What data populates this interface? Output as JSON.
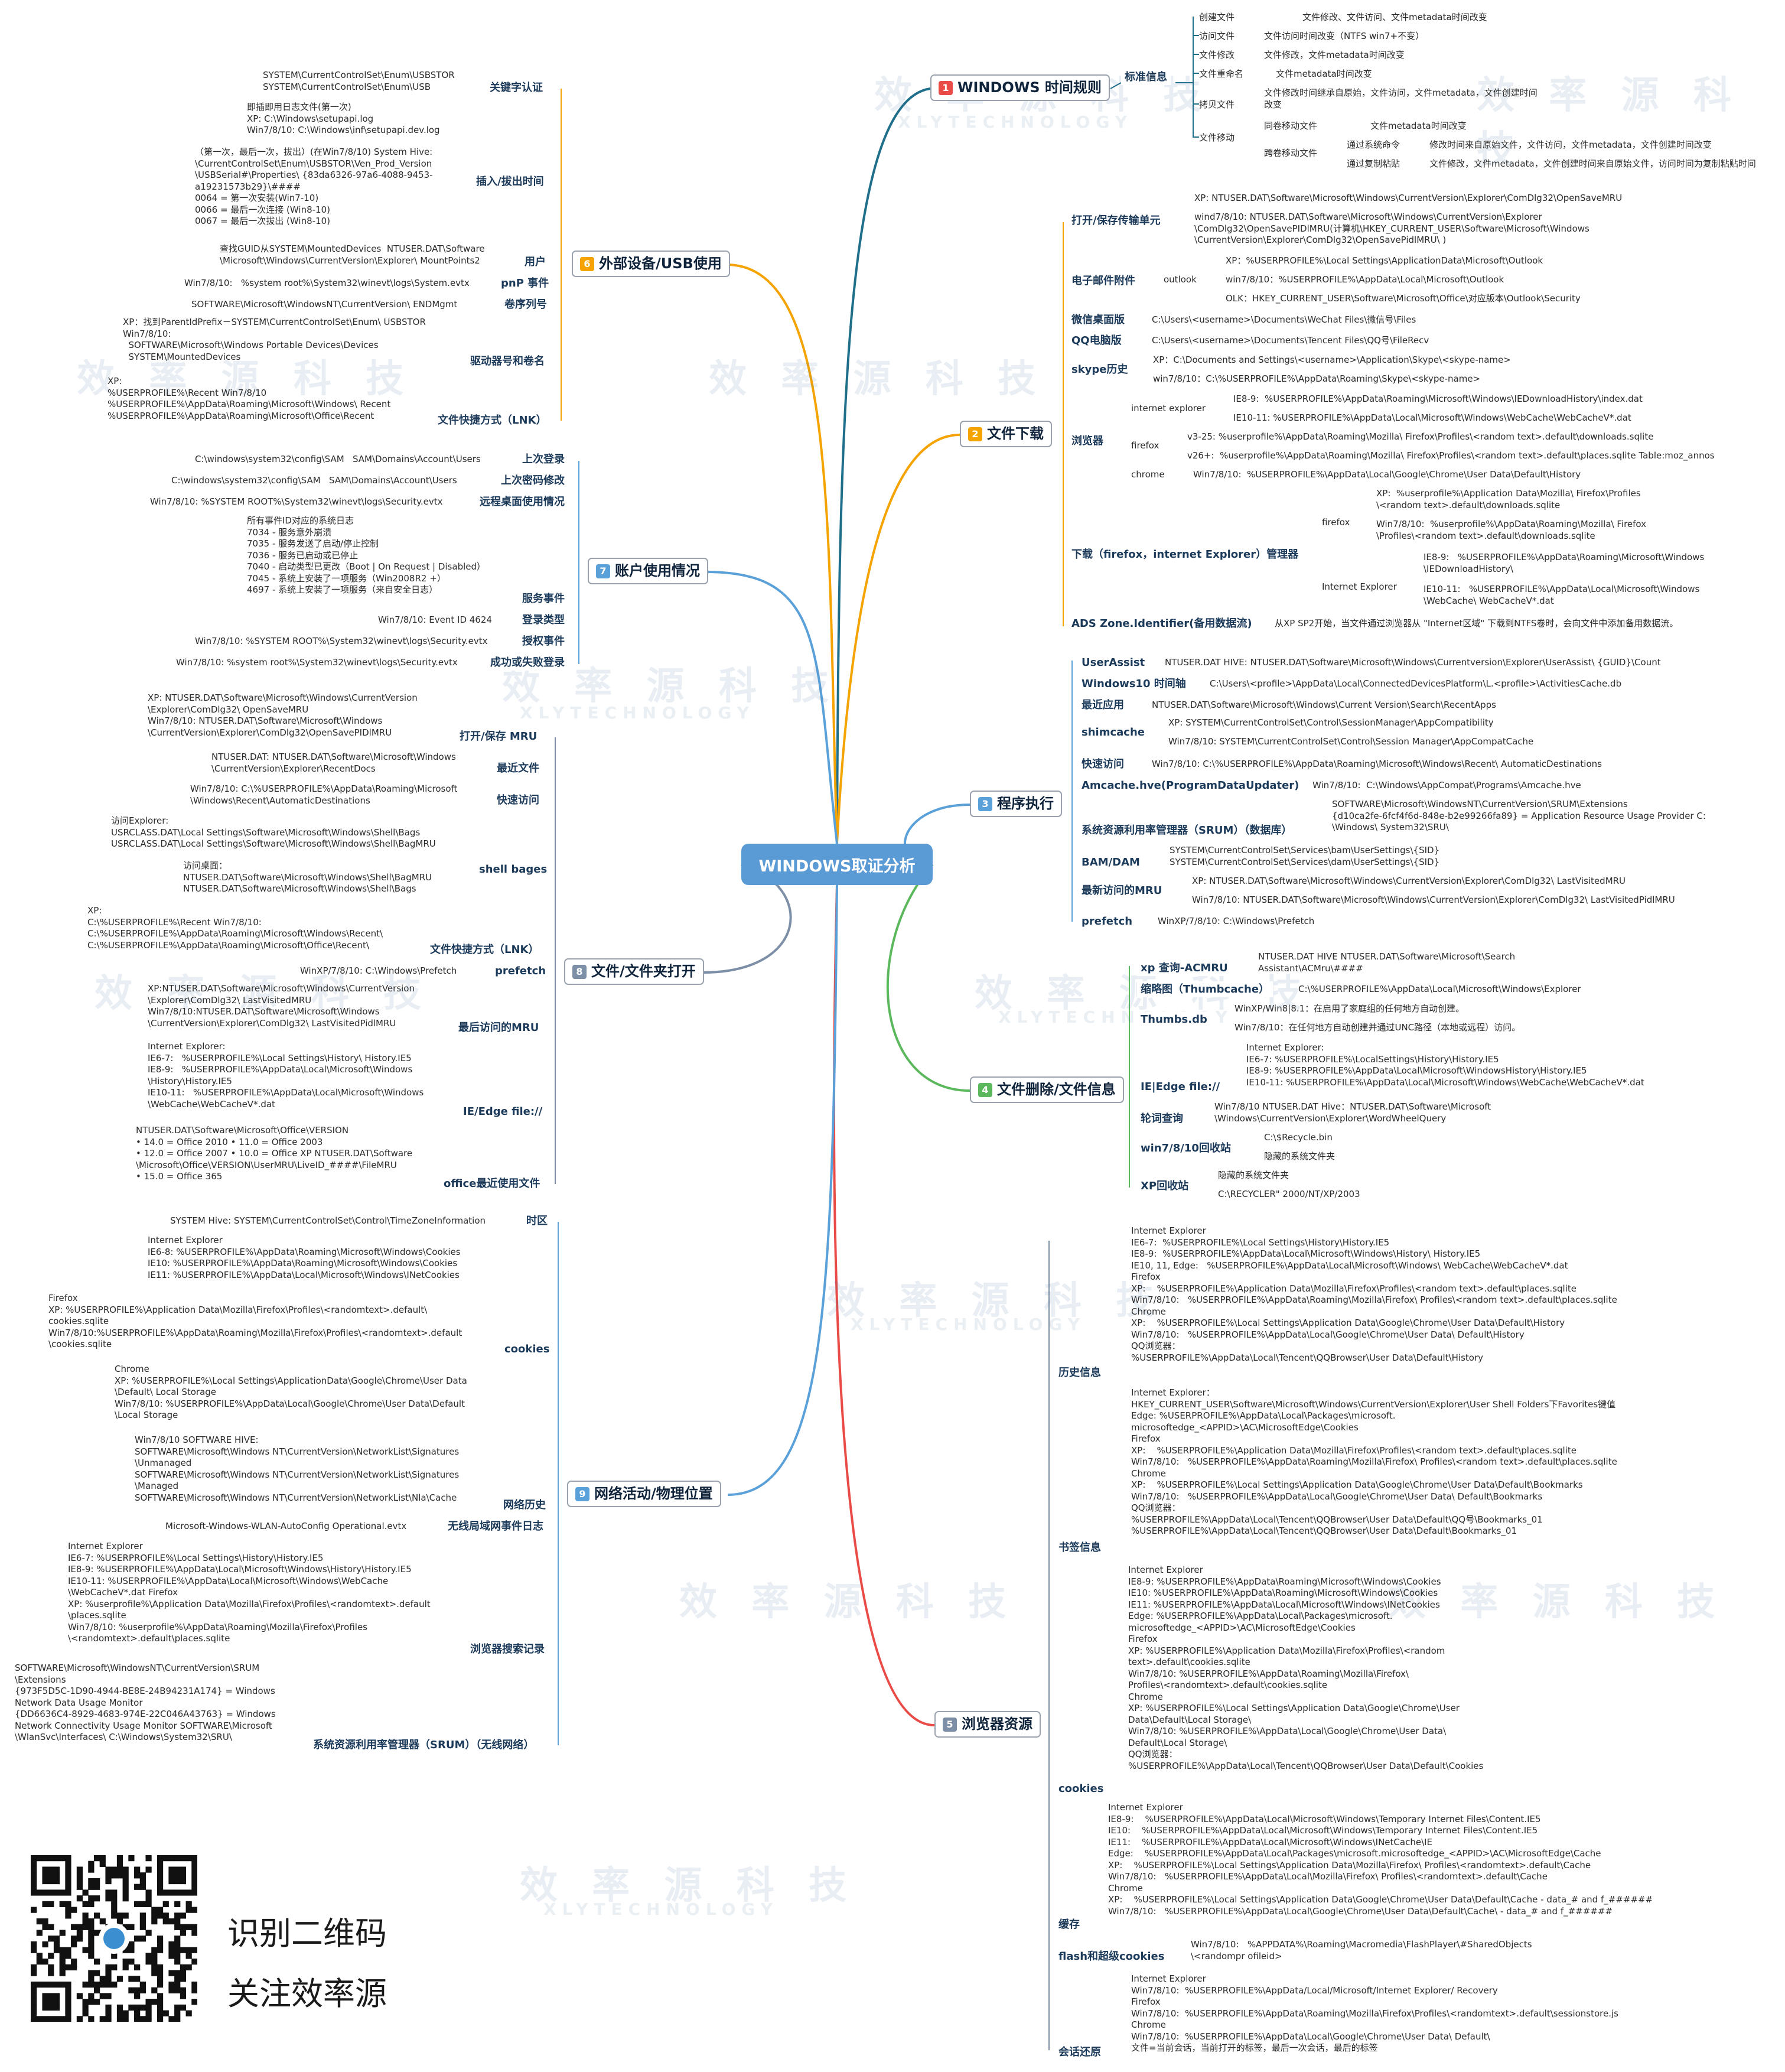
{
  "central": "WINDOWS取证分析",
  "qr": {
    "line1": "识别二维码",
    "line2": "关注效率源"
  },
  "watermark": {
    "cn": "效 率 源 科 技",
    "en": "XLYTECHNOLOGY"
  },
  "colors": {
    "b1": "#e94b47",
    "b2": "#f4a300",
    "b3": "#5aa0d9",
    "b4": "#5cb85c",
    "b5": "#7c8fa6",
    "b6": "#f4a300",
    "b7": "#5aa0d9",
    "b8": "#7c8fa6",
    "b9": "#5aa0d9"
  },
  "b1": {
    "num": "1",
    "title": "WINDOWS 时间规则",
    "sub": "标准信息",
    "items": [
      "创建文件",
      "访问文件",
      "文件修改",
      "文件重命名",
      "拷贝文件",
      "文件移动"
    ],
    "notes": [
      "文件修改、文件访问、文件metadata时间改变",
      "文件访问时间改变（NTFS win7+不变）",
      "文件修改，文件metadata时间改变",
      "文件metadata时间改变",
      "文件修改时间继承自原始，文件访问，文件metadata，文件创建时间\n改变"
    ],
    "move": [
      "同卷移动文件",
      "跨卷移动文件",
      "文件metadata时间改变",
      "通过系统命令",
      "通过复制粘贴",
      "修改时间来自原始文件，文件访问，文件metadata，文件创建时间改变",
      "文件修改，文件metadata，文件创建时间来自原始文件，访问时间为复制粘贴时间"
    ]
  },
  "b2": {
    "num": "2",
    "title": "文件下载",
    "labels": [
      "打开/保存传输单元",
      "电子邮件附件",
      "微信桌面版",
      "QQ电脑版",
      "skype历史",
      "浏览器",
      "下载（firefox，internet Explorer）管理器",
      "ADS Zone.Identifier(备用数据流)"
    ],
    "sub": [
      "outlook",
      "internet explorer",
      "firefox",
      "chrome",
      "firefox",
      "Internet Explorer"
    ],
    "texts": [
      "XP: NTUSER.DAT\\Software\\Microsoft\\Windows\\CurrentVersion\\Explorer\\ComDlg32\\OpenSaveMRU",
      "wind7/8/10: NTUSER.DAT\\Software\\Microsoft\\Windows\\CurrentVersion\\Explorer\n\\ComDlg32\\OpenSavePIDlMRU(计算机\\HKEY_CURRENT_USER\\Software\\Microsoft\\Windows\n\\CurrentVersion\\Explorer\\ComDlg32\\OpenSavePidlMRU\\ )",
      "XP：%USERPROFILE%\\Local Settings\\ApplicationData\\Microsoft\\Outlook",
      "win7/8/10：%USERPROFILE%\\AppData\\Local\\Microsoft\\Outlook",
      "OLK：HKEY_CURRENT_USER\\Software\\Microsoft\\Office\\对应版本\\Outlook\\Security",
      "C:\\Users\\<username>\\Documents\\WeChat Files\\微信号\\Files",
      "C:\\Users\\<username>\\Documents\\Tencent Files\\QQ号\\FileRecv",
      "XP：C:\\Documents and Settings\\<username>\\Application\\Skype\\<skype-name>",
      "win7/8/10：C:\\%USERPROFILE%\\AppData\\Roaming\\Skype\\<skype-name>",
      "IE8-9:  %USERPROFILE%\\AppData\\Roaming\\Microsoft\\Windows\\IEDownloadHistory\\index.dat",
      "IE10-11: %USERPROFILE%\\AppData\\Local\\Microsoft\\Windows\\WebCache\\WebCacheV*.dat",
      "v3-25: %userprofile%\\AppData\\Roaming\\Mozilla\\ Firefox\\Profiles\\<random text>.default\\downloads.sqlite",
      "v26+:  %userprofile%\\AppData\\Roaming\\Mozilla\\ Firefox\\Profiles\\<random text>.default\\places.sqlite Table:moz_annos",
      "Win7/8/10:  %USERPROFILE%\\AppData\\Local\\Google\\Chrome\\User Data\\Default\\History",
      "XP:  %userprofile%\\Application Data\\Mozilla\\ Firefox\\Profiles\n\\<random text>.default\\downloads.sqlite",
      "Win7/8/10:  %userprofile%\\AppData\\Roaming\\Mozilla\\ Firefox\n\\Profiles\\<random text>.default\\downloads.sqlite",
      "IE8-9:   %USERPROFILE%\\AppData\\Roaming\\Microsoft\\Windows\n\\IEDownloadHistory\\",
      "IE10-11:   %USERPROFILE%\\AppData\\Local\\Microsoft\\Windows\n\\WebCache\\ WebCacheV*.dat",
      "从XP SP2开始，当文件通过浏览器从 \"Internet区域\" 下载到NTFS卷时，会向文件中添加备用数据流。"
    ]
  },
  "b3": {
    "num": "3",
    "title": "程序执行",
    "labels": [
      "UserAssist",
      "Windows10 时间轴",
      "最近应用",
      "shimcache",
      "快速访问",
      "Amcache.hve(ProgramDataUpdater)",
      "系统资源利用率管理器（SRUM）（数据库）",
      "BAM/DAM",
      "最新访问的MRU",
      "prefetch"
    ],
    "texts": [
      "NTUSER.DAT HIVE: NTUSER.DAT\\Software\\Microsoft\\Windows\\Currentversion\\Explorer\\UserAssist\\ {GUID}\\Count",
      "C:\\Users\\<profile>\\AppData\\Local\\ConnectedDevicesPlatform\\L.<profile>\\ActivitiesCache.db",
      "NTUSER.DAT\\Software\\Microsoft\\Windows\\Current Version\\Search\\RecentApps",
      "XP: SYSTEM\\CurrentControlSet\\Control\\SessionManager\\AppCompatibility",
      "Win7/8/10: SYSTEM\\CurrentControlSet\\Control\\Session Manager\\AppCompatCache",
      "Win7/8/10: C:\\%USERPROFILE%\\AppData\\Roaming\\Microsoft\\Windows\\Recent\\ AutomaticDestinations",
      "Win7/8/10:  C:\\Windows\\AppCompat\\Programs\\Amcache.hve",
      "SOFTWARE\\Microsoft\\WindowsNT\\CurrentVersion\\SRUM\\Extensions\n{d10ca2fe-6fcf4f6d-848e-b2e99266fa89} = Application Resource Usage Provider C:\n\\Windows\\ System32\\SRU\\",
      "SYSTEM\\CurrentControlSet\\Services\\bam\\UserSettings\\{SID}\nSYSTEM\\CurrentControlSet\\Services\\dam\\UserSettings\\{SID}",
      "XP: NTUSER.DAT\\Software\\Microsoft\\Windows\\CurrentVersion\\Explorer\\ComDlg32\\ LastVisitedMRU",
      "Win7/8/10: NTUSER.DAT\\Software\\Microsoft\\Windows\\CurrentVersion\\Explorer\\ComDlg32\\ LastVisitedPidlMRU",
      "WinXP/7/8/10: C:\\Windows\\Prefetch"
    ]
  },
  "b4": {
    "num": "4",
    "title": "文件删除/文件信息",
    "labels": [
      "xp 查询-ACMRU",
      "缩略图（Thumbcache）",
      "Thumbs.db",
      "IE|Edge file://",
      "轮词查询",
      "win7/8/10回收站",
      "XP回收站"
    ],
    "texts": [
      "NTUSER.DAT HIVE NTUSER.DAT\\Software\\Microsoft\\Search\nAssistant\\ACMru\\####",
      "C:\\%USERPROFILE%\\AppData\\Local\\Microsoft\\Windows\\Explorer",
      "WinXP/Win8|8.1：在启用了家庭组的任何地方自动创建。",
      "Win7/8/10：在任何地方自动创建并通过UNC路径（本地或远程）访问。",
      "Internet Explorer:\nIE6-7: %USERPROFILE%\\LocalSettings\\History\\History.IE5\nIE8-9: %USERPROFILE%\\AppData\\Local\\Microsoft\\WindowsHistory\\History.IE5\nIE10-11: %USERPROFILE%\\AppData\\Local\\Microsoft\\Windows\\WebCache\\WebCacheV*.dat",
      "Win7/8/10 NTUSER.DAT Hive：NTUSER.DAT\\Software\\Microsoft\n\\Windows\\CurrentVersion\\Explorer\\WordWheelQuery",
      "C:\\$Recycle.bin",
      "隐藏的系统文件夹",
      "隐藏的系统文件夹",
      "C:\\RECYCLER\" 2000/NT/XP/2003"
    ]
  },
  "b5": {
    "num": "5",
    "title": "浏览器资源",
    "labels": [
      "历史信息",
      "书签信息",
      "cookies",
      "缓存",
      "flash和超级cookies",
      "会话还原"
    ],
    "texts": [
      "Internet Explorer\nIE6-7:  %USERPROFILE%\\Local Settings\\History\\History.IE5\nIE8-9:  %USERPROFILE%\\AppData\\Local\\Microsoft\\Windows\\History\\ History.IE5\nIE10, 11, Edge:   %USERPROFILE%\\AppData\\Local\\Microsoft\\Windows\\ WebCache\\WebCacheV*.dat\nFirefox\nXP:    %USERPROFILE%\\Application Data\\Mozilla\\Firefox\\Profiles\\<random text>.default\\places.sqlite\nWin7/8/10:   %USERPROFILE%\\AppData\\Roaming\\Mozilla\\Firefox\\ Profiles\\<random text>.default\\places.sqlite\nChrome\nXP:    %USERPROFILE%\\Local Settings\\Application Data\\Google\\Chrome\\User Data\\Default\\History\nWin7/8/10:   %USERPROFILE%\\AppData\\Local\\Google\\Chrome\\User Data\\ Default\\History\nQQ浏览器：\n%USERPROFILE%\\AppData\\Local\\Tencent\\QQBrowser\\User Data\\Default\\History",
      "Internet Explorer：\nHKEY_CURRENT_USER\\Software\\Microsoft\\Windows\\CurrentVersion\\Explorer\\User Shell Folders下Favorites键值\nEdge: %USERPROFILE%\\AppData\\Local\\Packages\\microsoft.\nmicrosoftedge_<APPID>\\AC\\MicrosoftEdge\\Cookies\nFirefox\nXP:    %USERPROFILE%\\Application Data\\Mozilla\\Firefox\\Profiles\\<random text>.default\\places.sqlite\nWin7/8/10:   %USERPROFILE%\\AppData\\Roaming\\Mozilla\\Firefox\\ Profiles\\<random text>.default\\places.sqlite\nChrome\nXP:    %USERPROFILE%\\Local Settings\\Application Data\\Google\\Chrome\\User Data\\Default\\Bookmarks\nWin7/8/10:   %USERPROFILE%\\AppData\\Local\\Google\\Chrome\\User Data\\ Default\\Bookmarks\nQQ浏览器：\n%USERPROFILE%\\AppData\\Local\\Tencent\\QQBrowser\\User Data\\Default\\QQ号\\Bookmarks_01\n%USERPROFILE%\\AppData\\Local\\Tencent\\QQBrowser\\User Data\\Default\\Bookmarks_01",
      "Internet Explorer\nIE8-9: %USERPROFILE%\\AppData\\Roaming\\Microsoft\\Windows\\Cookies\nIE10: %USERPROFILE%\\AppData\\Roaming\\Microsoft\\Windows\\Cookies\nIE11: %USERPROFILE%\\AppData\\Local\\Microsoft\\Windows\\INetCookies\nEdge: %USERPROFILE%\\AppData\\Local\\Packages\\microsoft.\nmicrosoftedge_<APPID>\\AC\\MicrosoftEdge\\Cookies\nFirefox\nXP: %USERPROFILE%\\Application Data\\Mozilla\\Firefox\\Profiles\\<random\ntext>.default\\cookies.sqlite\nWin7/8/10: %USERPROFILE%\\AppData\\Roaming\\Mozilla\\Firefox\\\nProfiles\\<randomtext>.default\\cookies.sqlite\nChrome\nXP: %USERPROFILE%\\Local Settings\\Application Data\\Google\\Chrome\\User\nData\\Default\\Local Storage\\\nWin7/8/10: %USERPROFILE%\\AppData\\Local\\Google\\Chrome\\User Data\\\nDefault\\Local Storage\\\nQQ浏览器：\n%USERPROFILE%\\AppData\\Local\\Tencent\\QQBrowser\\User Data\\Default\\Cookies",
      "Internet Explorer\nIE8-9:    %USERPROFILE%\\AppData\\Local\\Microsoft\\Windows\\Temporary Internet Files\\Content.IE5\nIE10:    %USERPROFILE%\\AppData\\Local\\Microsoft\\Windows\\Temporary Internet Files\\Content.IE5\nIE11:    %USERPROFILE%\\AppData\\Local\\Microsoft\\Windows\\INetCache\\IE\nEdge:    %USERPROFILE%\\AppData\\Local\\Packages\\microsoft.microsoftedge_<APPID>\\AC\\MicrosoftEdge\\Cache\nXP:    %USERPROFILE%\\Local Settings\\Application Data\\Mozilla\\Firefox\\ Profiles\\<randomtext>.default\\Cache\nWin7/8/10:   %USERPROFILE%\\AppData\\Local\\Mozilla\\Firefox\\ Profiles\\<randomtext>.default\\Cache\nChrome\nXP:    %USERPROFILE%\\Local Settings\\Application Data\\Google\\Chrome\\User Data\\Default\\Cache - data_# and f_######\nWin7/8/10:   %USERPROFILE%\\AppData\\Local\\Google\\Chrome\\User Data\\Default\\Cache\\ - data_# and f_######",
      "Win7/8/10:   %APPDATA%\\Roaming\\Macromedia\\FlashPlayer\\#SharedObjects\n\\<randompr ofileid>",
      "Internet Explorer\nWin7/8/10:  %USERPROFILE%\\AppData/Local/Microsoft/Internet Explorer/ Recovery\nFirefox\nWin7/8/10:  %USERPROFILE%\\AppData\\Roaming\\Mozilla\\Firefox\\Profiles\\<randomtext>.default\\sessionstore.js\nChrome\nWin7/8/10:  %USERPROFILE%\\AppData\\Local\\Google\\Chrome\\User Data\\ Default\\\n文件=当前会话，当前打开的标签，最后一次会话，最后的标签"
    ]
  },
  "b6": {
    "num": "6",
    "title": "外部设备/USB使用",
    "labels": [
      "关键字认证",
      "插入/拔出时间",
      "用户",
      "pnP 事件",
      "卷序列号",
      "驱动器号和卷名",
      "文件快捷方式（LNK）"
    ],
    "texts": [
      "SYSTEM\\CurrentControlSet\\Enum\\USBSTOR\nSYSTEM\\CurrentControlSet\\Enum\\USB",
      "即插即用日志文件(第一次)\nXP: C:\\Windows\\setupapi.log\nWin7/8/10: C:\\Windows\\inf\\setupapi.dev.log",
      "（第一次，最后一次，拔出）(在Win7/8/10) System Hive:\n\\CurrentControlSet\\Enum\\USBSTOR\\Ven_Prod_Version\n\\USBSerial#\\Properties\\ {83da6326-97a6-4088-9453-\na19231573b29}\\####\n0064 = 第一次安装(Win7-10)\n0066 = 最后一次连接 (Win8-10)\n0067 = 最后一次拔出 (Win8-10)",
      "查找GUID从SYSTEM\\MountedDevices  NTUSER.DAT\\Software\n\\Microsoft\\Windows\\CurrentVersion\\Explorer\\ MountPoints2",
      "Win7/8/10:   %system root%\\System32\\winevt\\logs\\System.evtx",
      "SOFTWARE\\Microsoft\\WindowsNT\\CurrentVersion\\ ENDMgmt",
      "XP：找到ParentIdPrefix－SYSTEM\\CurrentControlSet\\Enum\\ USBSTOR\nWin7/8/10:\n  SOFTWARE\\Microsoft\\Windows Portable Devices\\Devices\n  SYSTEM\\MountedDevices",
      "XP:\n%USERPROFILE%\\Recent Win7/8/10\n%USERPROFILE%\\AppData\\Roaming\\Microsoft\\Windows\\ Recent\n%USERPROFILE%\\AppData\\Roaming\\Microsoft\\Office\\Recent"
    ]
  },
  "b7": {
    "num": "7",
    "title": "账户使用情况",
    "labels": [
      "上次登录",
      "上次密码修改",
      "远程桌面使用情况",
      "服务事件",
      "登录类型",
      "授权事件",
      "成功或失败登录"
    ],
    "texts": [
      "C:\\windows\\system32\\config\\SAM   SAM\\Domains\\Account\\Users",
      "C:\\windows\\system32\\config\\SAM   SAM\\Domains\\Account\\Users",
      "Win7/8/10: %SYSTEM ROOT%\\System32\\winevt\\logs\\Security.evtx",
      "所有事件ID对应的系统日志\n7034 - 服务意外崩溃\n7035 - 服务发送了启动/停止控制\n7036 - 服务已启动或已停止\n7040 - 启动类型已更改（Boot | On Request | Disabled）\n7045 - 系统上安装了一项服务（Win2008R2 +）\n4697 - 系统上安装了一项服务（来自安全日志）",
      "Win7/8/10: Event ID 4624",
      "Win7/8/10: %SYSTEM ROOT%\\System32\\winevt\\logs\\Security.evtx",
      "Win7/8/10: %system root%\\System32\\winevt\\logs\\Security.evtx"
    ]
  },
  "b8": {
    "num": "8",
    "title": "文件/文件夹打开",
    "labels": [
      "打开/保存 MRU",
      "最近文件",
      "快速访问",
      "shell bages",
      "文件快捷方式（LNK）",
      "prefetch",
      "最后访问的MRU",
      "IE/Edge file://",
      "office最近使用文件"
    ],
    "texts": [
      "XP: NTUSER.DAT\\Software\\Microsoft\\Windows\\CurrentVersion\n\\Explorer\\ComDlg32\\ OpenSaveMRU\nWin7/8/10: NTUSER.DAT\\Software\\Microsoft\\Windows\n\\CurrentVersion\\Explorer\\ComDlg32\\OpenSavePIDlMRU",
      "NTUSER.DAT: NTUSER.DAT\\Software\\Microsoft\\Windows\n\\CurrentVersion\\Explorer\\RecentDocs",
      "Win7/8/10: C:\\%USERPROFILE%\\AppData\\Roaming\\Microsoft\n\\Windows\\Recent\\AutomaticDestinations",
      "访问Explorer:\nUSRCLASS.DAT\\Local Settings\\Software\\Microsoft\\Windows\\Shell\\Bags\nUSRCLASS.DAT\\Local Settings\\Software\\Microsoft\\Windows\\Shell\\BagMRU",
      "访问桌面：\nNTUSER.DAT\\Software\\Microsoft\\Windows\\Shell\\BagMRU\nNTUSER.DAT\\Software\\Microsoft\\Windows\\Shell\\Bags",
      "XP:\nC:\\%USERPROFILE%\\Recent Win7/8/10:\nC:\\%USERPROFILE%\\AppData\\Roaming\\Microsoft\\Windows\\Recent\\\nC:\\%USERPROFILE%\\AppData\\Roaming\\Microsoft\\Office\\Recent\\",
      "WinXP/7/8/10: C:\\Windows\\Prefetch",
      "XP:NTUSER.DAT\\Software\\Microsoft\\Windows\\CurrentVersion\n\\Explorer\\ComDlg32\\ LastVisitedMRU\nWin7/8/10:NTUSER.DAT\\Software\\Microsoft\\Windows\n\\CurrentVersion\\Explorer\\ComDlg32\\ LastVisitedPidlMRU",
      "Internet Explorer:\nIE6-7:   %USERPROFILE%\\Local Settings\\History\\ History.IE5\nIE8-9:   %USERPROFILE%\\AppData\\Local\\Microsoft\\Windows\n\\History\\History.IE5\nIE10-11:   %USERPROFILE%\\AppData\\Local\\Microsoft\\Windows\n\\WebCache\\WebCacheV*.dat",
      "NTUSER.DAT\\Software\\Microsoft\\Office\\VERSION\n• 14.0 = Office 2010 • 11.0 = Office 2003\n• 12.0 = Office 2007 • 10.0 = Office XP NTUSER.DAT\\Software\n\\Microsoft\\Office\\VERSION\\UserMRU\\LiveID_####\\FileMRU\n• 15.0 = Office 365"
    ]
  },
  "b9": {
    "num": "9",
    "title": "网络活动/物理位置",
    "labels": [
      "时区",
      "cookies",
      "网络历史",
      "无线局域网事件日志",
      "浏览器搜索记录",
      "系统资源利用率管理器（SRUM）（无线网络）"
    ],
    "texts": [
      "SYSTEM Hive: SYSTEM\\CurrentControlSet\\Control\\TimeZoneInformation",
      "Internet Explorer\nIE6-8: %USERPROFILE%\\AppData\\Roaming\\Microsoft\\Windows\\Cookies\nIE10: %USERPROFILE%\\AppData\\Roaming\\Microsoft\\Windows\\Cookies\nIE11: %USERPROFILE%\\AppData\\Local\\Microsoft\\Windows\\INetCookies",
      "Firefox\nXP: %USERPROFILE%\\Application Data\\Mozilla\\Firefox\\Profiles\\<randomtext>.default\\\ncookies.sqlite\nWin7/8/10:%USERPROFILE%\\AppData\\Roaming\\Mozilla\\Firefox\\Profiles\\<randomtext>.default\n\\cookies.sqlite",
      "Chrome\nXP: %USERPROFILE%\\Local Settings\\ApplicationData\\Google\\Chrome\\User Data\n\\Default\\ Local Storage\nWin7/8/10: %USERPROFILE%\\AppData\\Local\\Google\\Chrome\\User Data\\Default\n\\Local Storage",
      "Win7/8/10 SOFTWARE HIVE:\nSOFTWARE\\Microsoft\\Windows NT\\CurrentVersion\\NetworkList\\Signatures\n\\Unmanaged\nSOFTWARE\\Microsoft\\Windows NT\\CurrentVersion\\NetworkList\\Signatures\n\\Managed\nSOFTWARE\\Microsoft\\Windows NT\\CurrentVersion\\NetworkList\\Nla\\Cache",
      "Microsoft-Windows-WLAN-AutoConfig Operational.evtx",
      "Internet Explorer\nIE6-7: %USERPROFILE%\\Local Settings\\History\\History.IE5\nIE8-9: %USERPROFILE%\\AppData\\Local\\Microsoft\\Windows\\History\\History.IE5\nIE10-11: %USERPROFILE%\\AppData\\Local\\Microsoft\\Windows\\WebCache\n\\WebCacheV*.dat Firefox\nXP: %userprofile%\\Application Data\\Mozilla\\Firefox\\Profiles\\<randomtext>.default\n\\places.sqlite\nWin7/8/10: %userprofile%\\AppData\\Roaming\\Mozilla\\Firefox\\Profiles\n\\<randomtext>.default\\places.sqlite",
      "SOFTWARE\\Microsoft\\WindowsNT\\CurrentVersion\\SRUM\n\\Extensions\n{973F5D5C-1D90-4944-BE8E-24B94231A174} = Windows\nNetwork Data Usage Monitor\n{DD6636C4-8929-4683-974E-22C046A43763} = Windows\nNetwork Connectivity Usage Monitor SOFTWARE\\Microsoft\n\\WlanSvc\\Interfaces\\ C:\\Windows\\System32\\SRU\\"
    ]
  }
}
